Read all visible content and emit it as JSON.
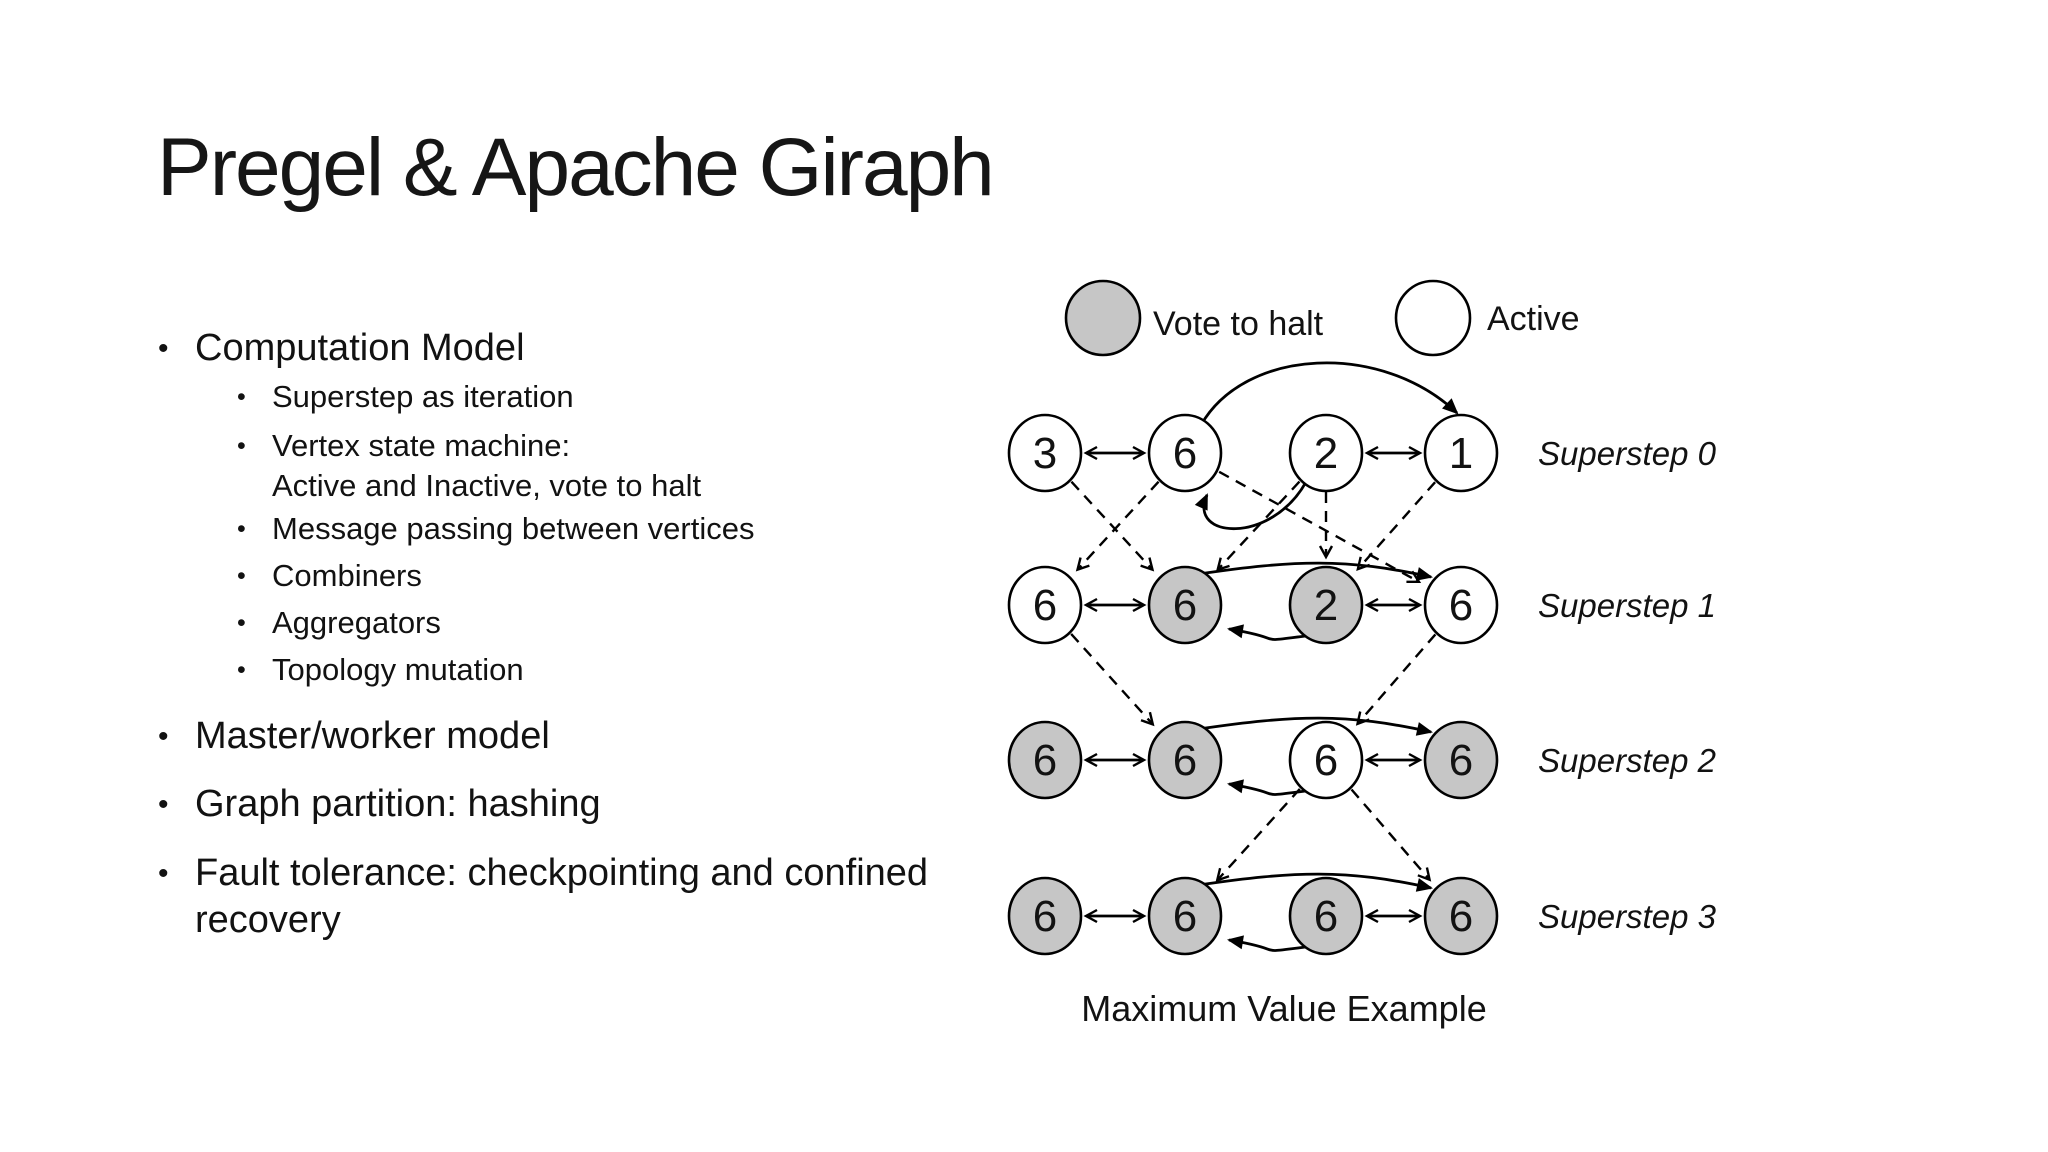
{
  "title": "Pregel & Apache Giraph",
  "bullet_glyph": "•",
  "bullets": [
    {
      "level": 1,
      "text": "Computation Model"
    },
    {
      "level": 2,
      "text": "Superstep as iteration"
    },
    {
      "level": 2,
      "text": "Vertex state machine:\nActive and Inactive, vote to halt"
    },
    {
      "level": 2,
      "text": "Message passing between vertices"
    },
    {
      "level": 2,
      "text": "Combiners"
    },
    {
      "level": 2,
      "text": "Aggregators"
    },
    {
      "level": 2,
      "text": "Topology mutation"
    },
    {
      "level": 1,
      "text": "Master/worker model"
    },
    {
      "level": 1,
      "text": "Graph partition: hashing"
    },
    {
      "level": 1,
      "text": "Fault tolerance: checkpointing and confined\nrecovery"
    }
  ],
  "diagram": {
    "caption": "Maximum Value Example",
    "state_fills": {
      "halt": "#c6c6c6",
      "active": "#ffffff"
    },
    "stroke_color": "#000000",
    "legend": [
      {
        "label": "Vote to halt",
        "state": "halt"
      },
      {
        "label": "Active",
        "state": "active"
      }
    ],
    "rows": [
      {
        "label": "Superstep 0",
        "values": [
          "3",
          "6",
          "2",
          "1"
        ],
        "states": [
          "active",
          "active",
          "active",
          "active"
        ]
      },
      {
        "label": "Superstep 1",
        "values": [
          "6",
          "6",
          "2",
          "6"
        ],
        "states": [
          "active",
          "halt",
          "halt",
          "active"
        ]
      },
      {
        "label": "Superstep 2",
        "values": [
          "6",
          "6",
          "6",
          "6"
        ],
        "states": [
          "halt",
          "halt",
          "active",
          "halt"
        ]
      },
      {
        "label": "Superstep 3",
        "values": [
          "6",
          "6",
          "6",
          "6"
        ],
        "states": [
          "halt",
          "halt",
          "halt",
          "halt"
        ]
      }
    ],
    "edges": {
      "bidirectional": [
        [
          0,
          1
        ],
        [
          2,
          3
        ]
      ],
      "directed": [
        {
          "from": 1,
          "to": 3
        },
        {
          "from": 2,
          "to": 1
        }
      ]
    },
    "messages": [
      {
        "from_row": 0,
        "from_node": 0,
        "to_row": 1,
        "to_node": 1
      },
      {
        "from_row": 0,
        "from_node": 1,
        "to_row": 1,
        "to_node": 0
      },
      {
        "from_row": 0,
        "from_node": 1,
        "to_row": 1,
        "to_node": 3
      },
      {
        "from_row": 0,
        "from_node": 2,
        "to_row": 1,
        "to_node": 2
      },
      {
        "from_row": 0,
        "from_node": 2,
        "to_row": 1,
        "to_node": 1
      },
      {
        "from_row": 0,
        "from_node": 3,
        "to_row": 1,
        "to_node": 2
      },
      {
        "from_row": 1,
        "from_node": 0,
        "to_row": 2,
        "to_node": 1
      },
      {
        "from_row": 1,
        "from_node": 3,
        "to_row": 2,
        "to_node": 2
      },
      {
        "from_row": 2,
        "from_node": 2,
        "to_row": 3,
        "to_node": 1
      },
      {
        "from_row": 2,
        "from_node": 2,
        "to_row": 3,
        "to_node": 3
      }
    ]
  }
}
